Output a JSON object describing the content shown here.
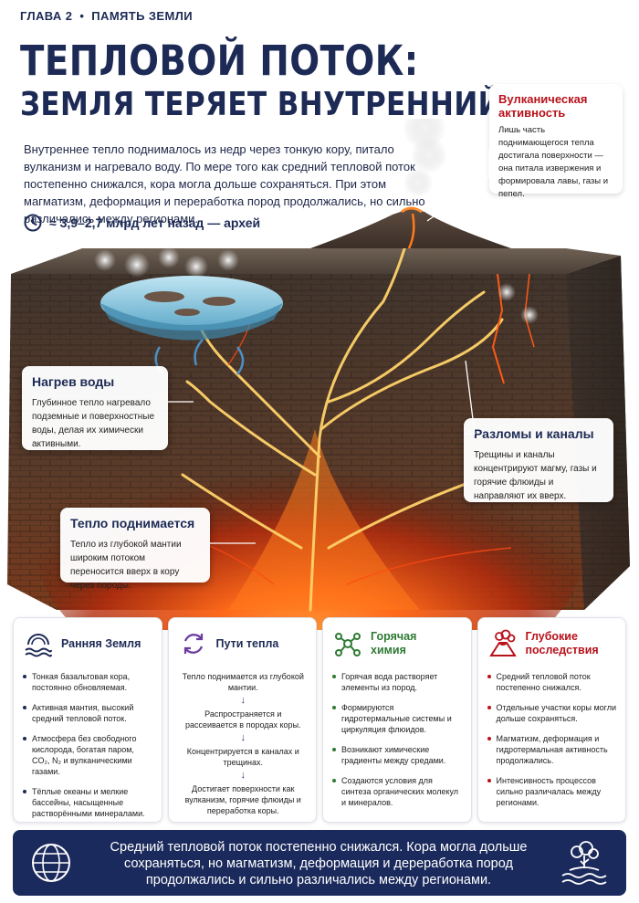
{
  "header": {
    "chapter": "ГЛАВА 2",
    "section": "ПАМЯТЬ ЗЕМЛИ"
  },
  "title": {
    "line1": "ТЕПЛОВОЙ ПОТОК:",
    "line2": "ЗЕМЛЯ ТЕРЯЕТ ВНУТРЕННИЙ ЖАР"
  },
  "intro": "Внутреннее тепло поднималось из недр через тонкую кору, питало вулканизм и нагревало воду. По мере того как средний тепловой поток постепенно снижался, кора могла дольше сохраняться. При этом магматизм, деформация и переработка пород продолжались, но сильно различались между регионами.",
  "time": {
    "icon": "clock-icon",
    "text": "≈ 3,9–2,7 млрд лет назад — архей"
  },
  "callouts": {
    "volcanic": {
      "title_l1": "Вулканическая",
      "title_l2": "активность",
      "text": "Лишь часть поднимающегося тепла достигала поверхности — она питала извержения и формировала лавы, газы и пепел."
    },
    "water": {
      "title": "Нагрев воды",
      "text": "Глубинное тепло нагревало подземные и поверхностные воды, делая их химически активными."
    },
    "faults": {
      "title": "Разломы и каналы",
      "text": "Трещины и каналы концентрируют магму, газы и горячие флюиды и направляют их вверх."
    },
    "rising": {
      "title": "Тепло поднимается",
      "text": "Тепло из глубокой мантии широким потоком переносится вверх в кору через породы."
    }
  },
  "panels": {
    "early": {
      "title": "Ранняя Земля",
      "icon": "ocean-wave-icon",
      "items": [
        "Тонкая базальтовая кора, постоянно обновляемая.",
        "Активная мантия, высокий средний тепловой поток.",
        "Атмосфера без свободного кислорода, богатая паром, CO₂, N₂ и вулканическими газами.",
        "Тёплые океаны и мелкие бассейны, насыщенные растворёнными минералами."
      ]
    },
    "paths": {
      "title": "Пути тепла",
      "icon": "cycle-arrows-icon",
      "items": [
        "Тепло поднимается из глубокой мантии.",
        "Распространяется и рассеивается в породах коры.",
        "Концентрируется в каналах и трещинах.",
        "Достигает поверхности как вулканизм, горячие флюиды и переработка коры."
      ]
    },
    "chem": {
      "title_l1": "Горячая",
      "title_l2": "химия",
      "icon": "molecule-icon",
      "items": [
        "Горячая вода растворяет элементы из пород.",
        "Формируются гидротермальные системы и циркуляция флюидов.",
        "Возникают химические градиенты между средами.",
        "Создаются условия для синтеза органических молекул и минералов."
      ]
    },
    "deep": {
      "title_l1": "Глубокие",
      "title_l2": "последствия",
      "icon": "eruption-icon",
      "items": [
        "Средний тепловой поток постепенно снижался.",
        "Отдельные участки коры могли дольше сохраняться.",
        "Магматизм, деформация и гидротермальная активность продолжались.",
        "Интенсивность процессов сильно различалась между регионами."
      ]
    }
  },
  "footer": {
    "text": "Средний тепловой поток постепенно снижался. Кора могла дольше сохраняться, но магматизм, деформация и дереработка пород продолжались и сильно различались между регионами.",
    "icon_left": "globe-icon",
    "icon_right": "island-tree-icon"
  },
  "colors": {
    "navy": "#1c2a55",
    "red": "#b8121b",
    "green": "#2f7a34",
    "lava": "#ff6a1a"
  }
}
